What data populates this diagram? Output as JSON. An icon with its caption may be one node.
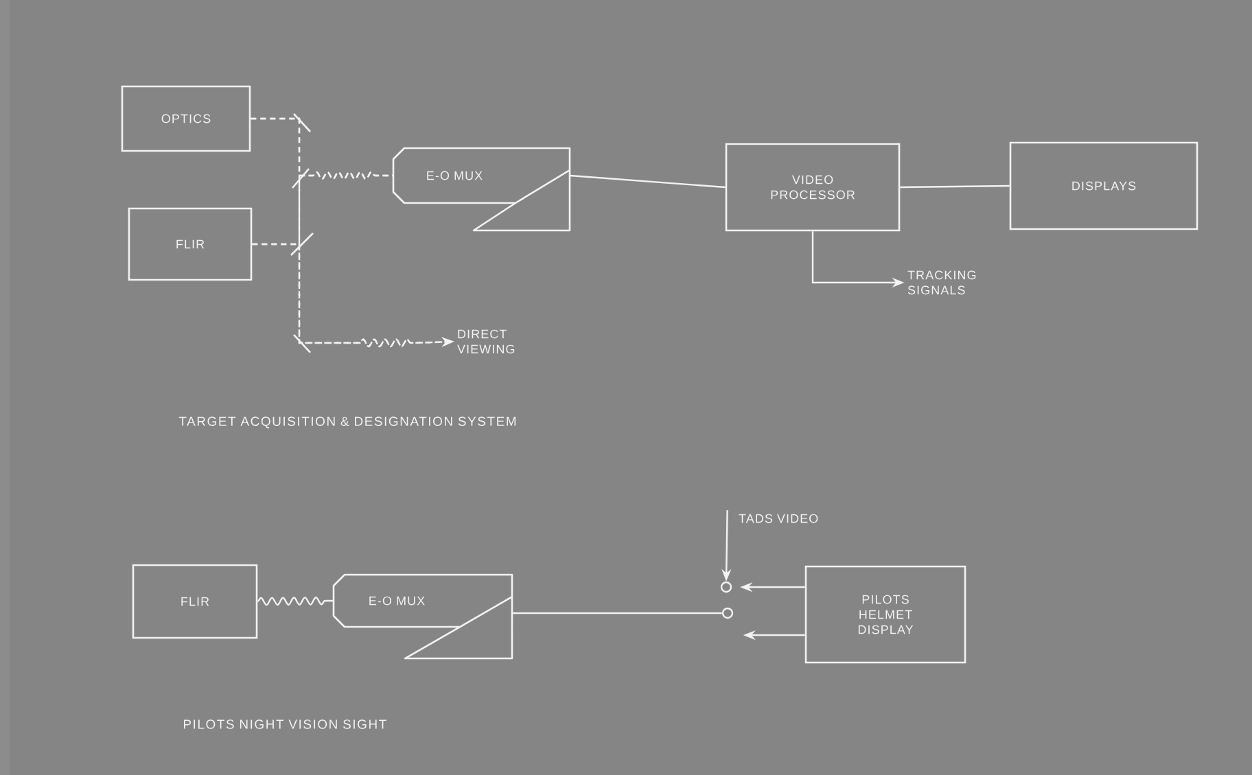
{
  "diagram": {
    "nodes": [
      {
        "text": [
          "OPTICS"
        ]
      },
      {
        "text": [
          "FLIR"
        ]
      },
      {
        "text": [
          "E-O MUX"
        ]
      },
      {
        "text": [
          "VIDEO PROCESSOR"
        ]
      },
      {
        "text": [
          "DISPLAYS"
        ]
      },
      {
        "text": [
          "TRACKING SIGNALS"
        ]
      },
      {
        "text": [
          "DIRECT VIEWING"
        ]
      },
      {
        "text": [
          "FLIR"
        ]
      },
      {
        "text": [
          "E-O MUX"
        ]
      },
      {
        "text": [
          "TADS VIDEO"
        ]
      },
      {
        "text": [
          "PILOTS HELMET DISPLAY"
        ]
      },
      {
        "text": [],
        "shape": "circle"
      },
      {
        "text": [],
        "shape": "circle"
      }
    ],
    "edges": [
      {
        "from": 0,
        "to": 2,
        "arrow": "none",
        "style": "dashed"
      },
      {
        "from": 1,
        "to": 2,
        "arrow": "none",
        "style": "dashed"
      },
      {
        "from": 0,
        "to": 6,
        "arrow": "to",
        "style": "dashed"
      },
      {
        "from": 1,
        "to": 6,
        "arrow": "to",
        "style": "dashed"
      },
      {
        "from": 2,
        "to": 3,
        "arrow": "none"
      },
      {
        "from": 3,
        "to": 4,
        "arrow": "none"
      },
      {
        "from": 3,
        "to": 5,
        "arrow": "to"
      },
      {
        "from": 7,
        "to": 8,
        "arrow": "none"
      },
      {
        "from": 8,
        "to": 12,
        "arrow": "none"
      },
      {
        "from": 9,
        "to": 11,
        "arrow": "to"
      },
      {
        "from": 10,
        "to": 11,
        "arrow": "to"
      },
      {
        "from": 10,
        "to": null,
        "arrow": "to"
      }
    ],
    "labels": [
      "TARGET ACQUISITION & DESIGNATION SYSTEM",
      "PILOTS NIGHT VISION SIGHT"
    ]
  }
}
